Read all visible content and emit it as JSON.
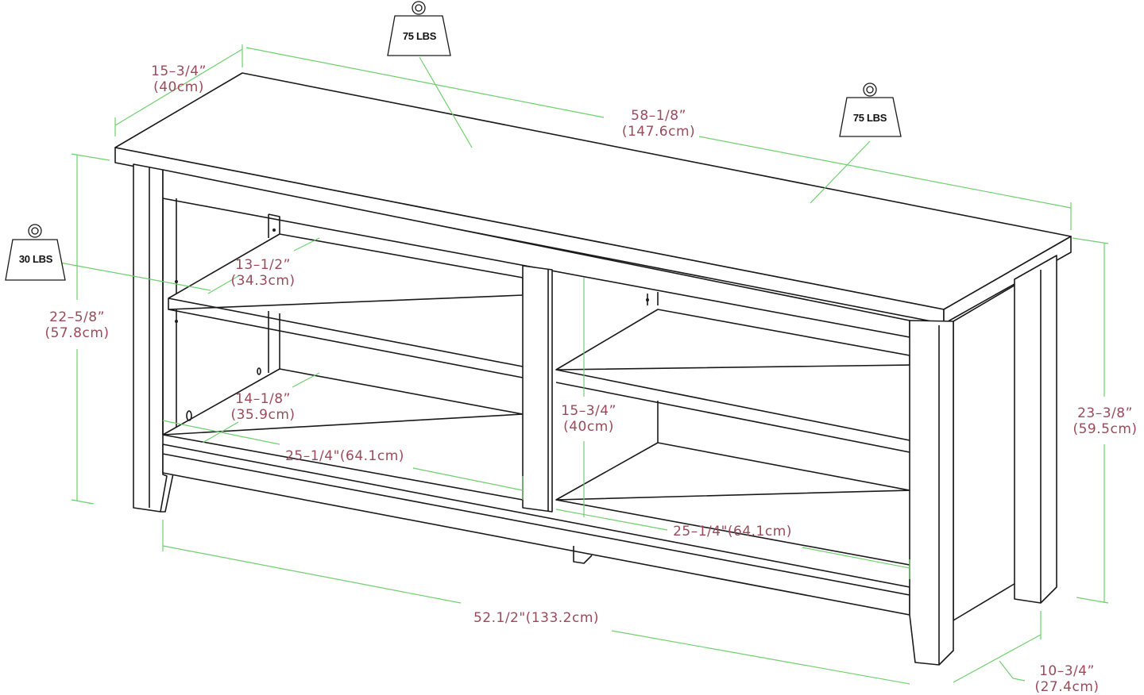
{
  "title": "TV stand dimension diagram",
  "colors": {
    "outline": "#1a1a1a",
    "dimension_line": "#6fcf6f",
    "dimension_text": "#9b4a5a",
    "background": "#ffffff"
  },
  "weights": {
    "top_left": {
      "label": "75 LBS",
      "icon": "weight-icon"
    },
    "top_right": {
      "label": "75 LBS",
      "icon": "weight-icon"
    },
    "shelf": {
      "label": "30 LBS",
      "icon": "weight-icon"
    }
  },
  "dimensions": {
    "top_depth": {
      "imperial": "15–3/4”",
      "metric": "(40cm)"
    },
    "top_width": {
      "imperial": "58–1/8”",
      "metric": "(147.6cm)"
    },
    "left_height": {
      "imperial": "22–5/8”",
      "metric": "(57.8cm)"
    },
    "upper_shelf_depth": {
      "imperial": "13–1/2”",
      "metric": "(34.3cm)"
    },
    "lower_shelf_depth": {
      "imperial": "14–1/8”",
      "metric": "(35.9cm)"
    },
    "left_bay_width": {
      "text": "25–1/4\"(64.1cm)"
    },
    "right_bay_width": {
      "text": "25–1/4\"(64.1cm)"
    },
    "bay_height": {
      "imperial": "15–3/4”",
      "metric": "(40cm)"
    },
    "overall_height": {
      "imperial": "23–3/8”",
      "metric": "(59.5cm)"
    },
    "base_width": {
      "text": "52.1/2\"(133.2cm)"
    },
    "base_depth": {
      "imperial": "10–3/4”",
      "metric": "(27.4cm)"
    }
  }
}
